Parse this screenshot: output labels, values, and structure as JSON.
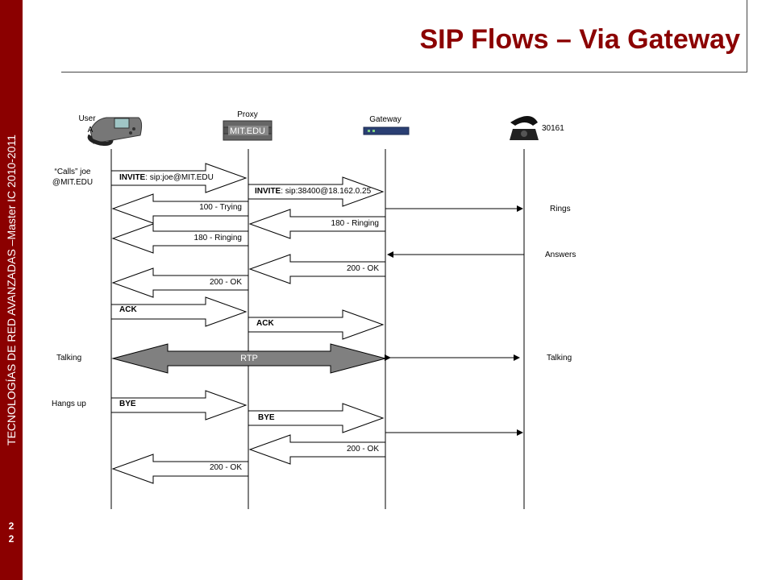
{
  "sidebar": {
    "text": "TECNOLOGÍAS DE RED AVANZADAS –Master IC 2010-2011",
    "page_number_1": "2",
    "page_number_2": "2"
  },
  "slide": {
    "title": "SIP Flows – Via Gateway"
  },
  "participants": {
    "user_a_line1": "User",
    "user_a_line2": "A",
    "proxy": "Proxy",
    "proxy_device_label": "MIT.EDU",
    "gateway": "Gateway",
    "phone_number": "30161"
  },
  "notes": {
    "calls_line1": "“Calls” joe",
    "calls_line2": "@MIT.EDU",
    "rings": "Rings",
    "answers": "Answers",
    "talking_left": "Talking",
    "talking_right": "Talking",
    "hangs_up": "Hangs up"
  },
  "messages": {
    "invite1_method": "INVITE",
    "invite1_rest": ": sip:joe@MIT.EDU",
    "invite2_method": "INVITE",
    "invite2_rest": ": sip:38400@18.162.0.25",
    "trying": "100 - Trying",
    "ringing_gw": "180 - Ringing",
    "ringing_proxy": "180 - Ringing",
    "ok_gw": "200 - OK",
    "ok_proxy": "200 - OK",
    "ack1": "ACK",
    "ack2": "ACK",
    "rtp": "RTP",
    "bye1": "BYE",
    "bye2": "BYE",
    "ok_bye_gw": "200 - OK",
    "ok_bye_proxy": "200 - OK"
  }
}
